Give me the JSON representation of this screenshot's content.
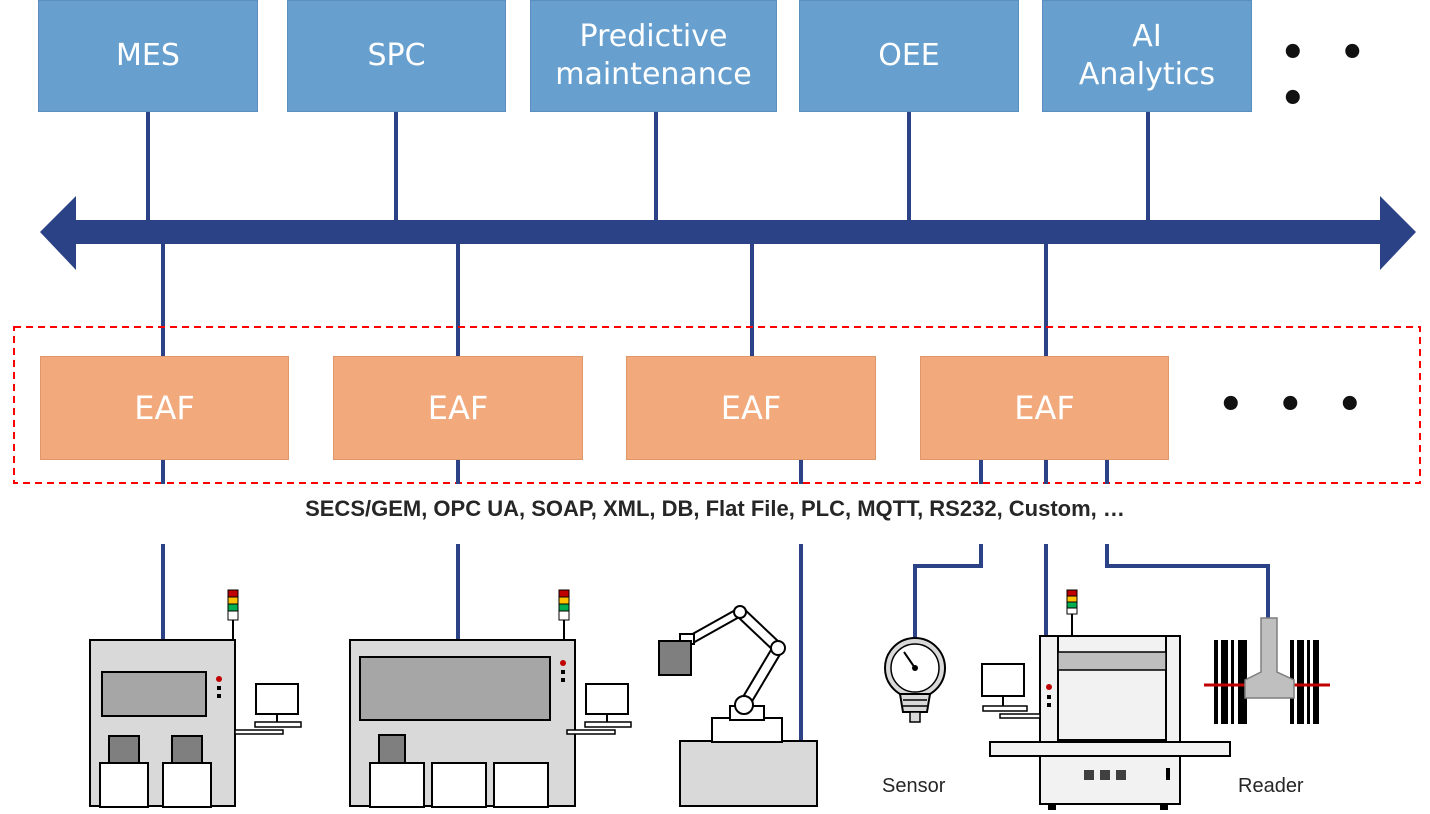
{
  "applications": [
    {
      "label": "MES"
    },
    {
      "label": "SPC"
    },
    {
      "label": "Predictive\nmaintenance"
    },
    {
      "label": "OEE"
    },
    {
      "label": "AI\nAnalytics"
    }
  ],
  "applications_more": "• • •",
  "eaf_boxes": [
    {
      "label": "EAF"
    },
    {
      "label": "EAF"
    },
    {
      "label": "EAF"
    },
    {
      "label": "EAF"
    }
  ],
  "eaf_more": "• • •",
  "protocols": "SECS/GEM, OPC UA, SOAP, XML, DB, Flat File, PLC, MQTT, RS232,  Custom, …",
  "devices": {
    "sensor_label": "Sensor",
    "reader_label": "Reader"
  },
  "colors": {
    "app_box": "#67a0cf",
    "eaf_box": "#f2a97c",
    "bus": "#2b4286",
    "dashed_frame": "#ff0000",
    "barcode_scan_line": "#c00000"
  }
}
